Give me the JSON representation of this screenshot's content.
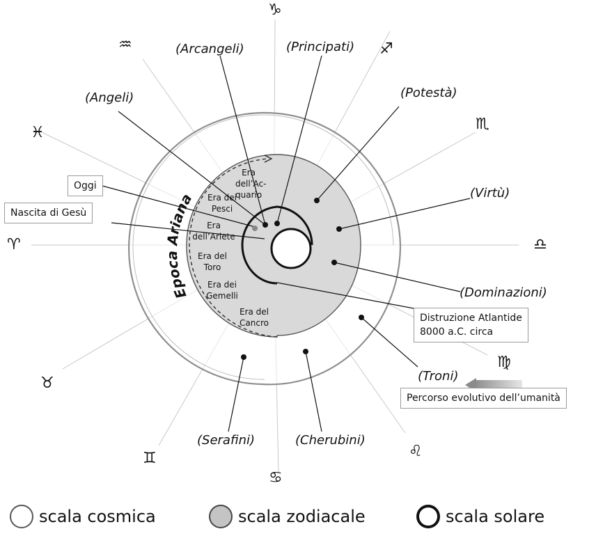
{
  "diagram": {
    "epoch_label": "Epoca Ariana",
    "hierarchies": {
      "arcangeli": "(Arcangeli)",
      "principati": "(Principati)",
      "angeli": "(Angeli)",
      "potesta": "(Potestà)",
      "virtu": "(Virtù)",
      "dominazioni": "(Dominazioni)",
      "troni": "(Troni)",
      "serafini": "(Serafini)",
      "cherubini": "(Cherubini)"
    },
    "eras": {
      "acquario": "Era dell’Ac-quario",
      "pesci": "Era dei Pesci",
      "ariete": "Era dell’Ariete",
      "toro": "Era del Toro",
      "gemelli": "Era dei Gemelli",
      "cancro": "Era del Cancro"
    },
    "callouts": {
      "oggi": "Oggi",
      "nascita": "Nascita di Gesù",
      "atlantide_line1": "Distruzione Atlantide",
      "atlantide_line2": "8000 a.C. circa",
      "percorso": "Percorso evolutivo dell’umanità"
    },
    "zodiac": {
      "capricorn": "♑",
      "aquarius": "♒",
      "sagittarius": "♐",
      "scorpio": "♏",
      "pisces": "♓",
      "aries": "♈",
      "libra": "♎",
      "virgo": "♍",
      "taurus": "♉",
      "gemini": "♊",
      "cancer": "♋",
      "leo": "♌"
    }
  },
  "legend": {
    "cosmic": "scala cosmica",
    "zodiacal": "scala zodiacale",
    "solar": "scala solare"
  },
  "colors": {
    "zodiacal_fill": "#d9d9d9",
    "outer_ring": "#9c9c9c",
    "spoke": "#c8c8c8"
  }
}
